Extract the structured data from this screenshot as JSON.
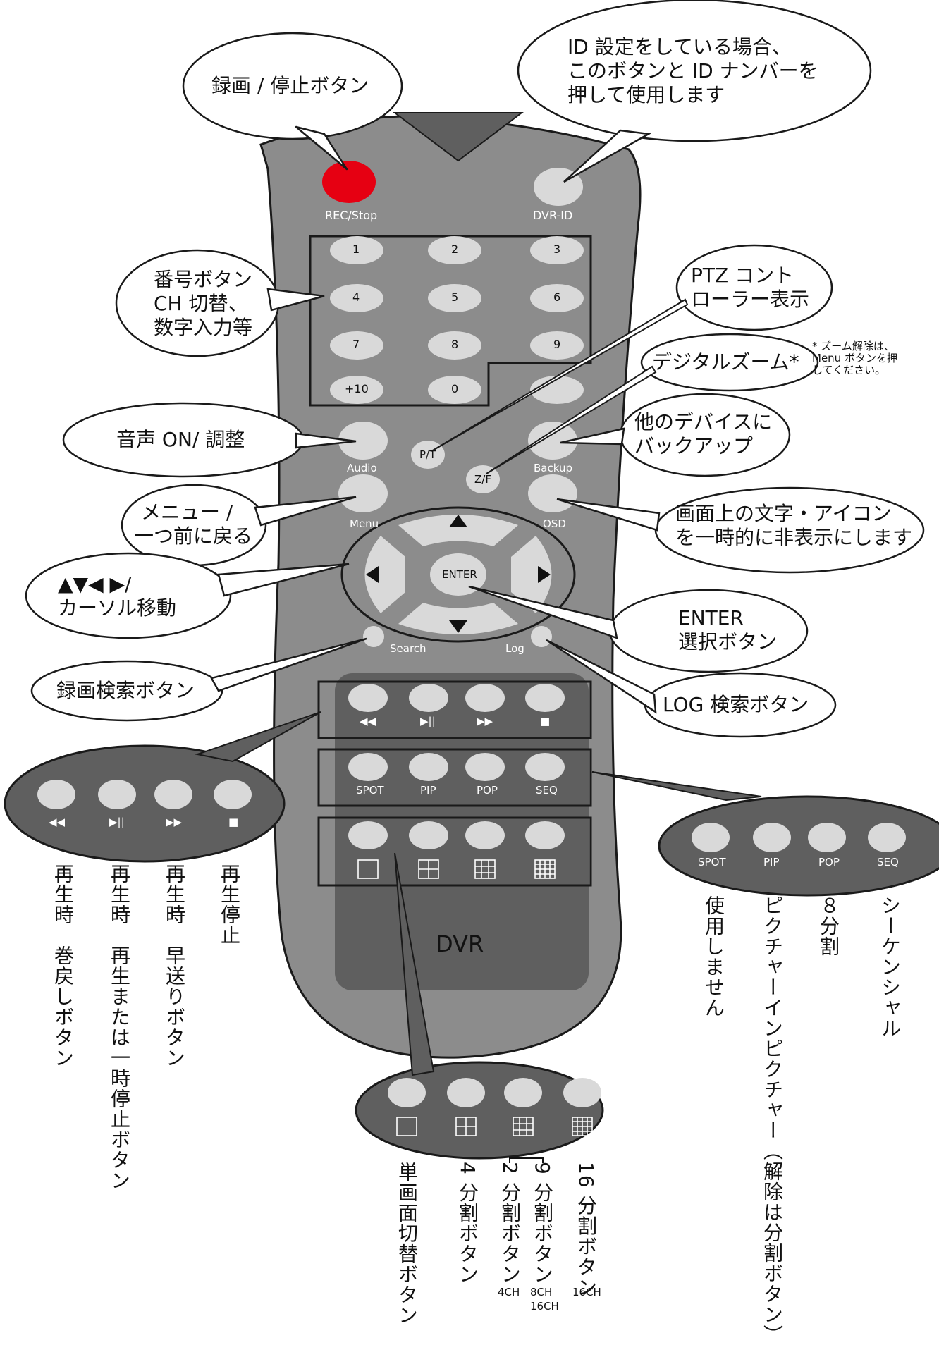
{
  "remote": {
    "rec_label": "REC/Stop",
    "dvrid_label": "DVR-ID",
    "numbers": [
      "1",
      "2",
      "3",
      "4",
      "5",
      "6",
      "7",
      "8",
      "9",
      "+10",
      "0"
    ],
    "audio_label": "Audio",
    "pt_label": "P/T",
    "zf_label": "Z/F",
    "backup_label": "Backup",
    "menu_label": "Menu",
    "osd_label": "OSD",
    "enter_label": "ENTER",
    "search_label": "Search",
    "log_label": "Log",
    "play_symbols": [
      "◀◀",
      "▶||",
      "▶▶",
      "■"
    ],
    "mode_labels": [
      "SPOT",
      "PIP",
      "POP",
      "SEQ"
    ],
    "brand": "DVR"
  },
  "callouts": {
    "rec": "録画 / 停止ボタン",
    "dvrid": [
      "ID 設定をしている場合、",
      "このボタンと ID ナンバーを",
      "押して使用します"
    ],
    "numbers": [
      "番号ボタン",
      "CH 切替、",
      "数字入力等"
    ],
    "ptz": [
      "PTZ コント",
      "ローラー表示"
    ],
    "zoom": "デジタルズーム*",
    "zoom_note": [
      "* ズーム解除は、",
      "Menu ボタンを押",
      "してください。"
    ],
    "audio": "音声 ON/ 調整",
    "backup": [
      "他のデバイスに",
      "バックアップ"
    ],
    "menu": [
      "メニュー /",
      "一つ前に戻る"
    ],
    "osd": [
      "画面上の文字・アイコン",
      "を一時的に非表示にします"
    ],
    "cursor": [
      "▲▼◀ ▶/",
      "カーソル移動"
    ],
    "enter": [
      "ENTER",
      "選択ボタン"
    ],
    "search": "録画検索ボタン",
    "log": "LOG 検索ボタン"
  },
  "playback_desc": [
    "再生時　巻戻しボタン",
    "再生時　再生または一時停止ボタン",
    "再生時　早送りボタン",
    "再生停止"
  ],
  "mode_desc": [
    "使用しません",
    "ピクチャーインピクチャー（解除は分割ボタン）",
    "８分割",
    "シーケンシャル"
  ],
  "split_desc": [
    "単画面切替ボタン",
    "4 分割ボタン",
    "2 分割ボタン",
    "9 分割ボタン",
    "16 分割ボタン"
  ],
  "split_sub": [
    "4CH",
    "8CH",
    "16CH",
    "16CH"
  ],
  "colors": {
    "body": "#8c8c8c",
    "panel": "#5f5f5f",
    "button": "#d9d9d9",
    "rec": "#e60012",
    "outline": "#1a1a1a"
  }
}
